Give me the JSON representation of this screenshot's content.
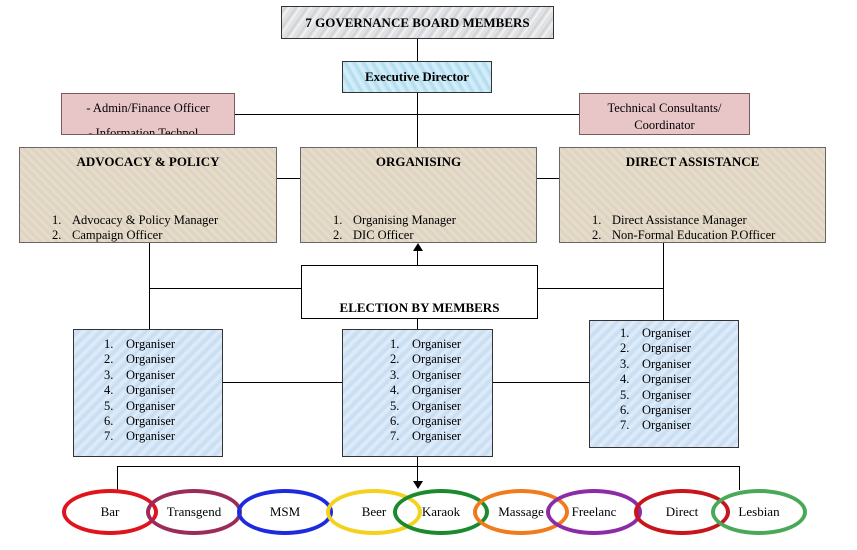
{
  "governance": {
    "label": "7 GOVERNANCE BOARD MEMBERS"
  },
  "executive": {
    "label": "Executive Director"
  },
  "admin": {
    "line1": "- Admin/Finance  Officer",
    "line2": "- Information Technol..."
  },
  "technical": {
    "line1": "Technical Consultants/",
    "line2": "Coordinator"
  },
  "departments": [
    {
      "title": "ADVOCACY & POLICY",
      "items": [
        {
          "num": "1.",
          "text": "Advocacy & Policy Manager"
        },
        {
          "num": "2.",
          "text": "Campaign Officer"
        }
      ]
    },
    {
      "title": "ORGANISING",
      "items": [
        {
          "num": "1.",
          "text": "Organising Manager"
        },
        {
          "num": "2.",
          "text": "DIC Officer"
        }
      ]
    },
    {
      "title": "DIRECT ASSISTANCE",
      "items": [
        {
          "num": "1.",
          "text": "Direct Assistance Manager"
        },
        {
          "num": "2.",
          "text": "Non-Formal Education P.Officer"
        }
      ]
    }
  ],
  "election": {
    "label": "ELECTION BY MEMBERS"
  },
  "organiser_groups": [
    {
      "items": [
        {
          "num": "1.",
          "text": "Organiser"
        },
        {
          "num": "2.",
          "text": "Organiser"
        },
        {
          "num": "3.",
          "text": "Organiser"
        },
        {
          "num": "4.",
          "text": "Organiser"
        },
        {
          "num": "5.",
          "text": "Organiser"
        },
        {
          "num": "6.",
          "text": "Organiser"
        },
        {
          "num": "7.",
          "text": "Organiser"
        }
      ]
    },
    {
      "items": [
        {
          "num": "1.",
          "text": "Organiser"
        },
        {
          "num": "2.",
          "text": "Organiser"
        },
        {
          "num": "3.",
          "text": "Organiser"
        },
        {
          "num": "4.",
          "text": "Organiser"
        },
        {
          "num": "5.",
          "text": "Organiser"
        },
        {
          "num": "6.",
          "text": "Organiser"
        },
        {
          "num": "7.",
          "text": "Organiser"
        }
      ]
    },
    {
      "items": [
        {
          "num": "1.",
          "text": "Organiser"
        },
        {
          "num": "2.",
          "text": "Organiser"
        },
        {
          "num": "3.",
          "text": "Organiser"
        },
        {
          "num": "4.",
          "text": "Organiser"
        },
        {
          "num": "5.",
          "text": "Organiser"
        },
        {
          "num": "6.",
          "text": "Organiser"
        },
        {
          "num": "7.",
          "text": "Organiser"
        }
      ]
    }
  ],
  "groups": [
    {
      "label": "Bar",
      "color": "#e0141c"
    },
    {
      "label": "Transgend",
      "color": "#9b2c5a"
    },
    {
      "label": "MSM",
      "color": "#1c2ae0"
    },
    {
      "label": "Beer",
      "color": "#f2d21a"
    },
    {
      "label": "Karaok",
      "color": "#1a8a2c"
    },
    {
      "label": "Massage",
      "color": "#f07a1c"
    },
    {
      "label": "Freelanc",
      "color": "#8c2aa8"
    },
    {
      "label": "Direct",
      "color": "#c8141c"
    },
    {
      "label": "Lesbian",
      "color": "#4aa85a"
    }
  ]
}
